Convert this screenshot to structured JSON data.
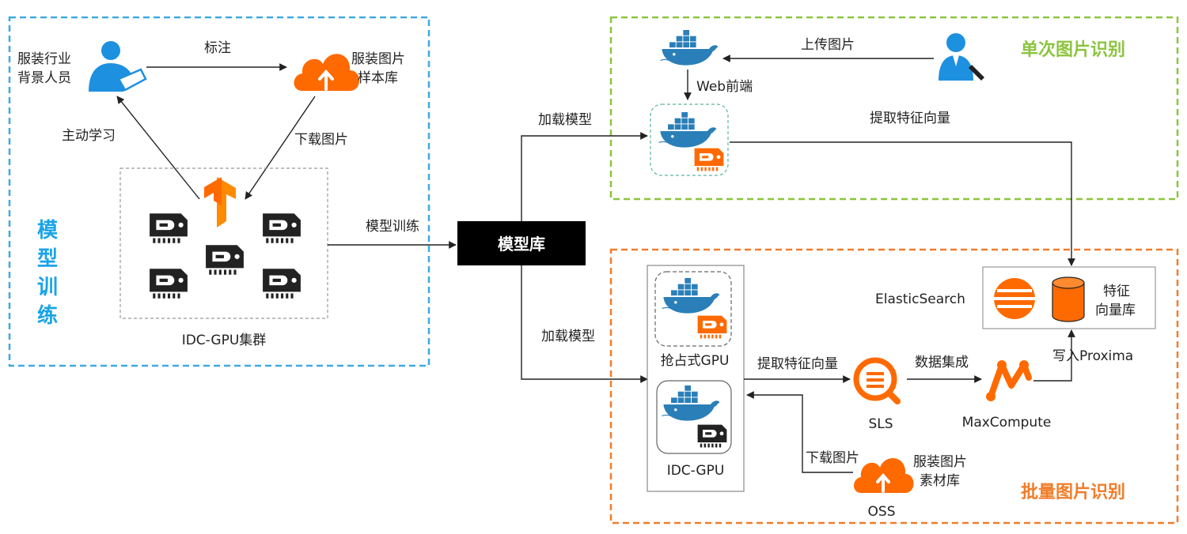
{
  "colors": {
    "training_border": "#3fa9e0",
    "single_border": "#8cc43f",
    "batch_border": "#f07d2b",
    "orange_icon": "#ff6a00",
    "blue_icon": "#1e90e0",
    "docker_blue": "#2a7fb8",
    "dark_icon": "#222222",
    "single_title": "#8cc43f",
    "batch_title": "#f07d2b",
    "training_title": "#1aa3e8"
  },
  "training": {
    "title_chars": [
      "模",
      "型",
      "训",
      "练"
    ],
    "person_label": [
      "服装行业",
      "背景人员"
    ],
    "annotate_label": "标注",
    "sample_lib_label": [
      "服装图片",
      "样本库"
    ],
    "active_learning_label": "主动学习",
    "download_label": "下载图片",
    "cluster_label": "IDC-GPU集群"
  },
  "center": {
    "train_label": "模型训练",
    "model_lib_label": "模型库",
    "load_model_top": "加载模型",
    "load_model_bottom": "加载模型"
  },
  "single": {
    "title": "单次图片识别",
    "upload_label": "上传图片",
    "web_label": "Web前端",
    "extract_label": "提取特征向量"
  },
  "batch": {
    "title": "批量图片识别",
    "preemptive_label": "抢占式GPU",
    "idc_gpu_label": "IDC-GPU",
    "extract_label": "提取特征向量",
    "sls_label": "SLS",
    "data_integration_label": "数据集成",
    "maxcompute_label": "MaxCompute",
    "write_label": "写入Proxima",
    "es_label": "ElasticSearch",
    "vector_lib_label": [
      "特征",
      "向量库"
    ],
    "oss_download_label": "下载图片",
    "material_lib_label": [
      "服装图片",
      "素材库"
    ],
    "oss_label": "OSS"
  }
}
